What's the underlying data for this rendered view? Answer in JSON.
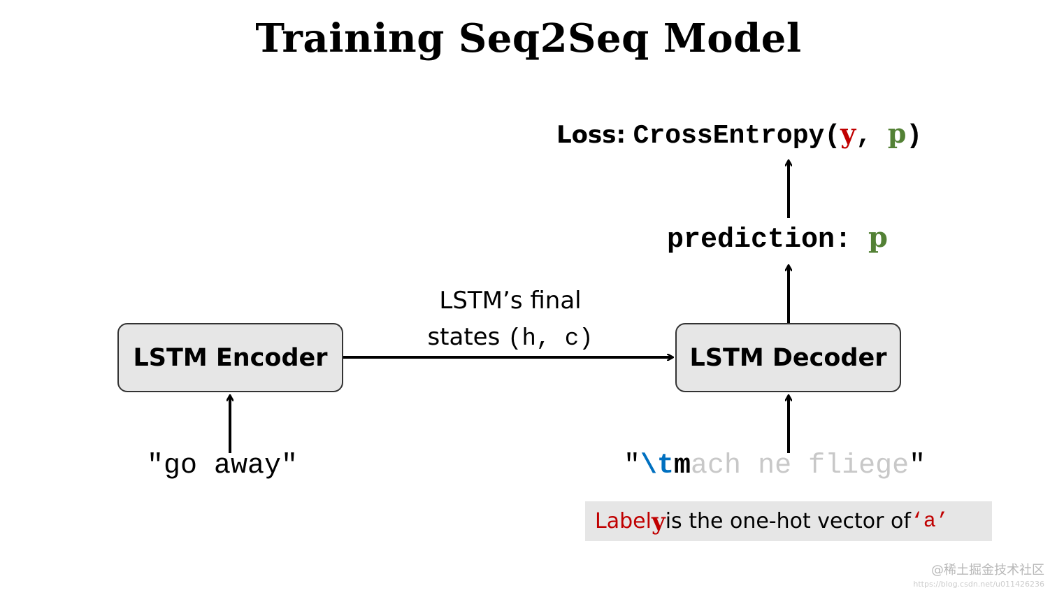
{
  "title": "Training Seq2Seq Model",
  "loss": {
    "label": "Loss:",
    "func": "CrossEntropy(",
    "arg1": "y",
    "sep": ", ",
    "arg2": "p",
    "close": ")"
  },
  "prediction": {
    "label": "prediction: ",
    "symbol": "p"
  },
  "encoder": {
    "label": "LSTM Encoder"
  },
  "decoder": {
    "label": "LSTM Decoder"
  },
  "transfer": {
    "line1": "LSTM’s final",
    "line2_text": "states ",
    "line2_mono": "(h, c)"
  },
  "encoder_input": "\"go away\"",
  "decoder_input": {
    "open_quote": "\"",
    "start_token": "\\t",
    "current_char": "m",
    "remaining": "ach ne fliege",
    "close_quote": "\""
  },
  "label_note": {
    "prefix": "Label ",
    "y": "y",
    "middle": " is the one-hot vector of ",
    "char": "‘a’"
  },
  "watermark": {
    "text": "@稀土掘金技术社区",
    "url": "https://blog.csdn.net/u011426236"
  },
  "colors": {
    "label_red": "#c00000",
    "prediction_green": "#538135",
    "start_token_blue": "#0070c0",
    "box_fill": "#e6e6e6",
    "faded_text": "#c8c8c8"
  }
}
